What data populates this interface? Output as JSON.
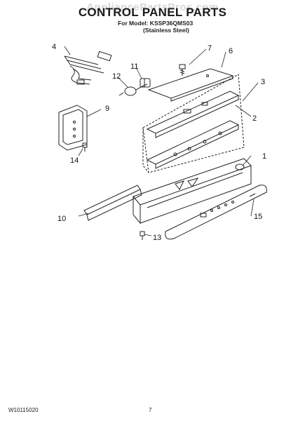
{
  "watermark": "AppliancePartsPros.com",
  "title": "CONTROL PANEL PARTS",
  "model_line": "For Model: KSSP36QMS03",
  "model_variant": "(Stainless Steel)",
  "footer_code": "W10115020",
  "page_number": "7",
  "callouts": {
    "c1": "1",
    "c2": "2",
    "c3": "3",
    "c4": "4",
    "c6": "6",
    "c7": "7",
    "c9": "9",
    "c10": "10",
    "c11": "11",
    "c12": "12",
    "c13": "13",
    "c14": "14",
    "c15": "15"
  }
}
